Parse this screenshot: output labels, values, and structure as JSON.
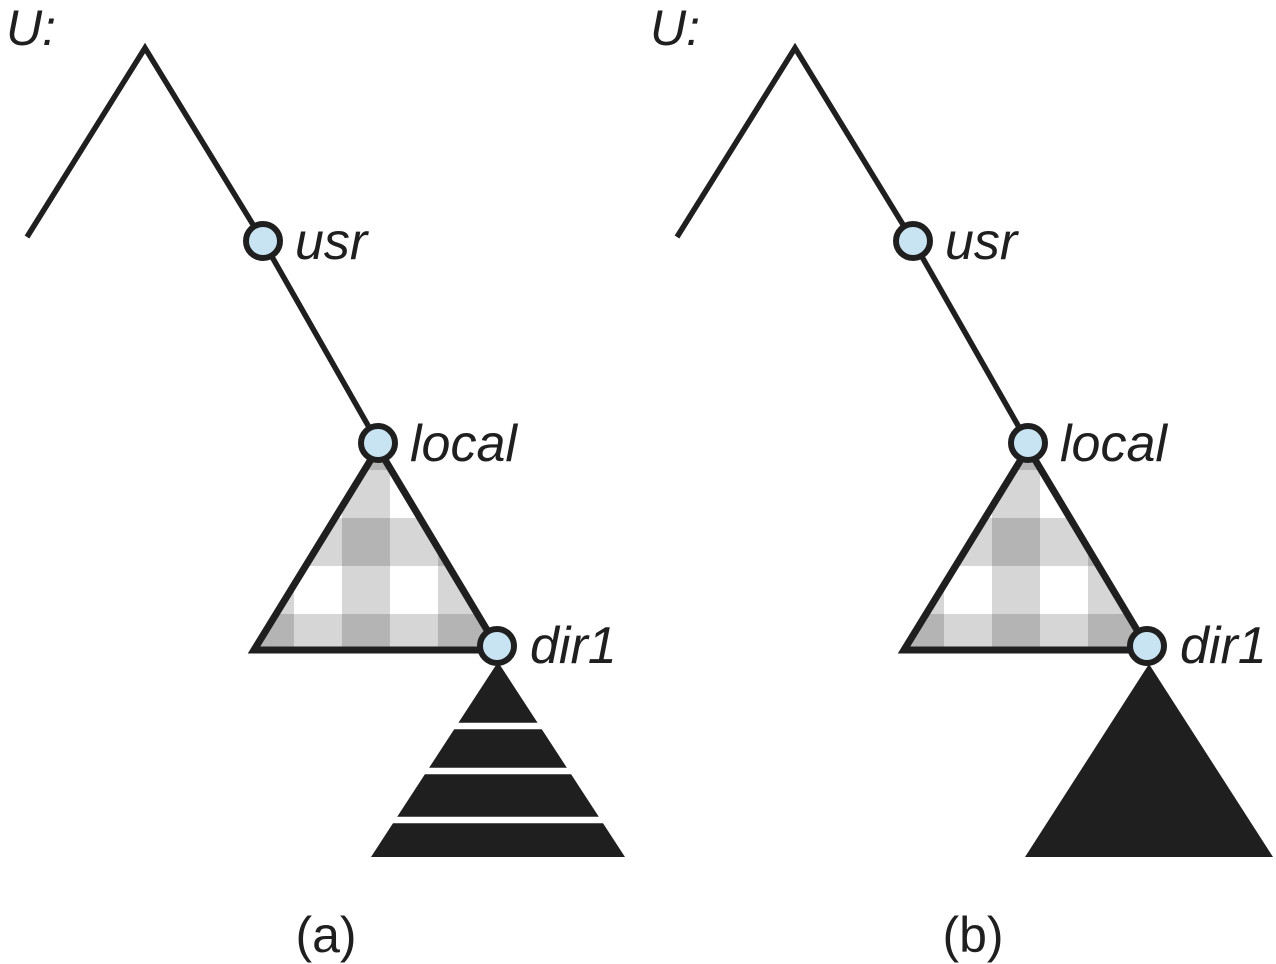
{
  "figure": {
    "background_color": "#ffffff",
    "ink_color": "#1f1f1f",
    "node_fill_color": "#c8e4f3",
    "plaid_colors": {
      "base": "#ffffff",
      "light_stripe": "#d5d5d5",
      "overlap": "#b4b4b4"
    },
    "diagrams": [
      {
        "caption": "(a)",
        "volume_label": "U:",
        "nodes": [
          {
            "label": "usr"
          },
          {
            "label": "local"
          },
          {
            "label": "dir1"
          }
        ],
        "subtree_under_local": "gray-plaid-triangle",
        "subtree_under_dir1": "black-triangle-with-white-stripes"
      },
      {
        "caption": "(b)",
        "volume_label": "U:",
        "nodes": [
          {
            "label": "usr"
          },
          {
            "label": "local"
          },
          {
            "label": "dir1"
          }
        ],
        "subtree_under_local": "gray-plaid-triangle",
        "subtree_under_dir1": "solid-black-triangle"
      }
    ]
  }
}
